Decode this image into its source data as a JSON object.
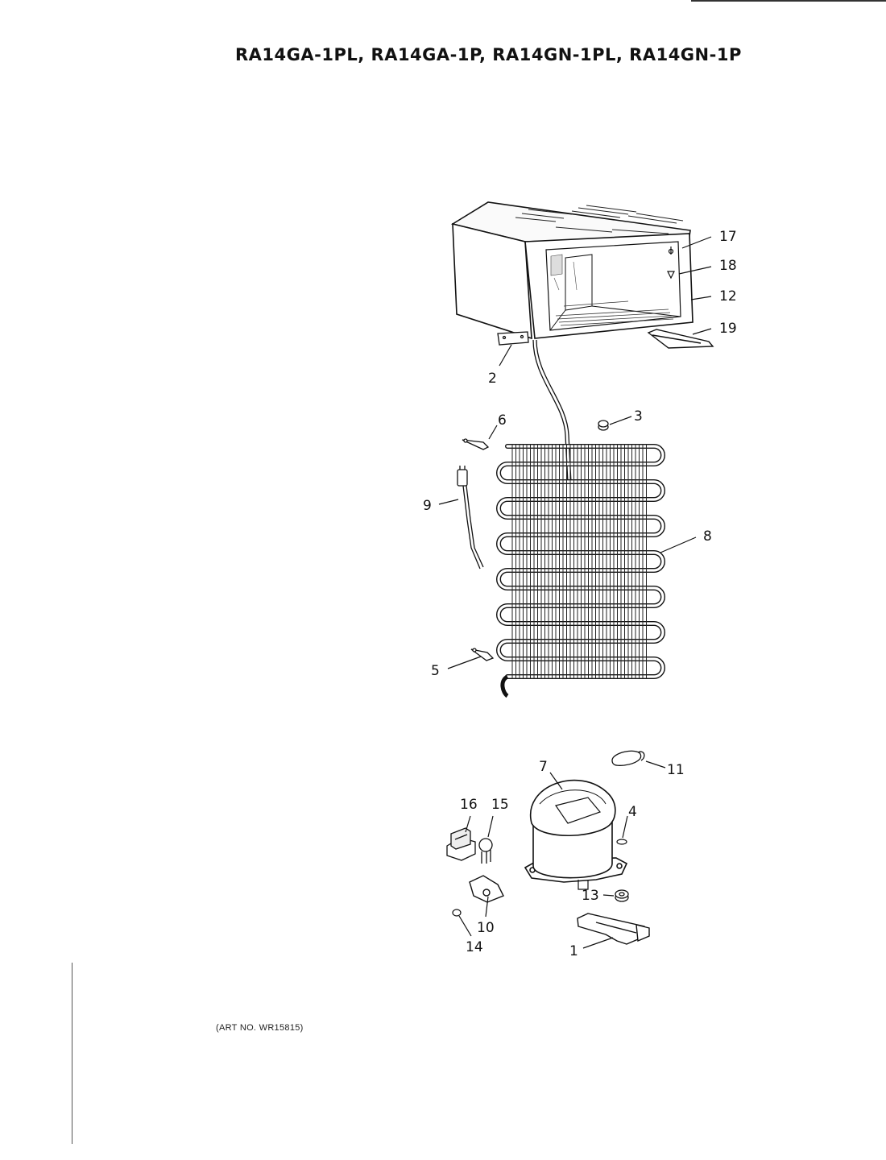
{
  "page": {
    "title": "RA14GA-1PL, RA14GA-1P, RA14GN-1PL, RA14GN-1P",
    "art_number": "(ART NO. WR15815)"
  },
  "diagram": {
    "type": "exploded-parts-diagram",
    "callouts": [
      {
        "id": "c17",
        "label": "17"
      },
      {
        "id": "c18",
        "label": "18"
      },
      {
        "id": "c12",
        "label": "12"
      },
      {
        "id": "c19",
        "label": "19"
      },
      {
        "id": "c2",
        "label": "2"
      },
      {
        "id": "c3",
        "label": "3"
      },
      {
        "id": "c6",
        "label": "6"
      },
      {
        "id": "c9",
        "label": "9"
      },
      {
        "id": "c8",
        "label": "8"
      },
      {
        "id": "c5",
        "label": "5"
      },
      {
        "id": "c7",
        "label": "7"
      },
      {
        "id": "c11",
        "label": "11"
      },
      {
        "id": "c16",
        "label": "16"
      },
      {
        "id": "c15",
        "label": "15"
      },
      {
        "id": "c4",
        "label": "4"
      },
      {
        "id": "c13",
        "label": "13"
      },
      {
        "id": "c10",
        "label": "10"
      },
      {
        "id": "c14",
        "label": "14"
      },
      {
        "id": "c1",
        "label": "1"
      }
    ]
  }
}
